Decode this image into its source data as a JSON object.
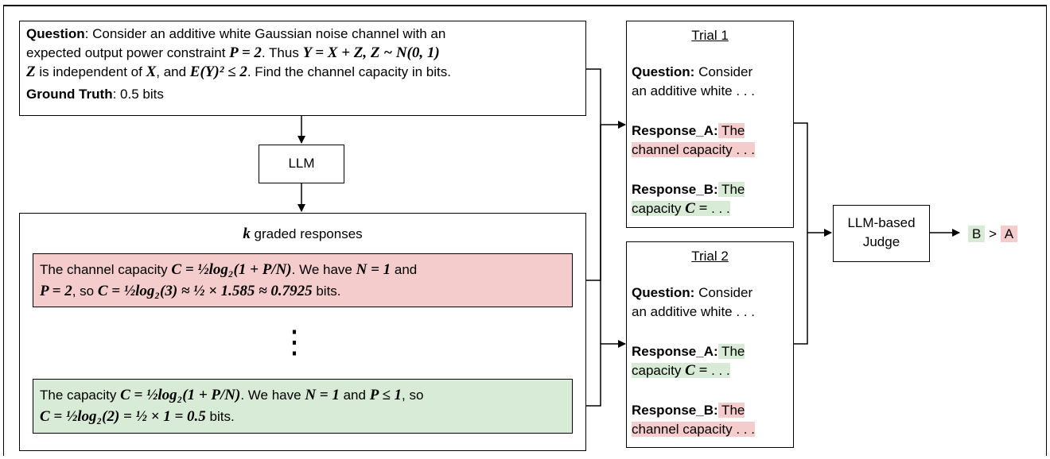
{
  "question": {
    "label": "Question",
    "line1": ": Consider an additive white Gaussian noise channel with an",
    "line2a": "expected output power constraint ",
    "line2m1": "P = 2",
    "line2b": ". Thus ",
    "line2m2": "Y = X + Z, Z ~ N(0, 1)",
    "line3m1": "Z",
    "line3a": " is independent of ",
    "line3m2": "X",
    "line3b": ", and ",
    "line3m3": "E(Y)² ≤ 2",
    "line3c": ". Find the channel capacity in bits.",
    "gt_label": "Ground Truth",
    "gt_value": ": 0.5 bits"
  },
  "llm_label": "LLM",
  "responses": {
    "title_math": "k",
    "title_text": " graded responses",
    "red": {
      "l1a": "The channel capacity ",
      "l1m": "C = ½log₂(1 + P/N)",
      "l1b": ". We have ",
      "l1m2": "N = 1",
      "l1c": " and",
      "l2m1": "P = 2",
      "l2a": ", so ",
      "l2m2": "C = ½log₂(3) ≈ ½ × 1.585 ≈ 0.7925",
      "l2b": " bits."
    },
    "green": {
      "l1a": "The capacity ",
      "l1m": "C = ½log₂(1 + P/N)",
      "l1b": ". We have ",
      "l1m2": "N = 1",
      "l1c": " and ",
      "l1m3": "P ≤ 1",
      "l1d": ", so",
      "l2m": "C = ½log₂(2) = ½ × 1 = 0.5",
      "l2b": " bits."
    },
    "ellipsis": "⋮"
  },
  "trials": [
    {
      "title": "Trial 1",
      "q_label": "Question:",
      "q_text1": " Consider",
      "q_text2": "an additive white . . .",
      "a_label": "Response_A:",
      "a_text1": " The",
      "a_text2": "channel capacity . . .",
      "b_label": "Response_B:",
      "b_text1": " The",
      "b_text2a": "capacity ",
      "b_text2m": "C =",
      "b_text2b": " . . ."
    },
    {
      "title": "Trial 2",
      "q_label": "Question:",
      "q_text1": " Consider",
      "q_text2": "an additive white . . .",
      "a_label": "Response_A:",
      "a_text1": " The",
      "a_text2a": "capacity ",
      "a_text2m": "C =",
      "a_text2b": " . . .",
      "b_label": "Response_B:",
      "b_text1": " The",
      "b_text2": "channel capacity . . ."
    }
  ],
  "judge": {
    "line1": "LLM-based",
    "line2": "Judge"
  },
  "result": {
    "b": "B",
    "op": ">",
    "a": "A"
  },
  "colors": {
    "red": "#f5cccc",
    "green": "#d8ebd6"
  }
}
